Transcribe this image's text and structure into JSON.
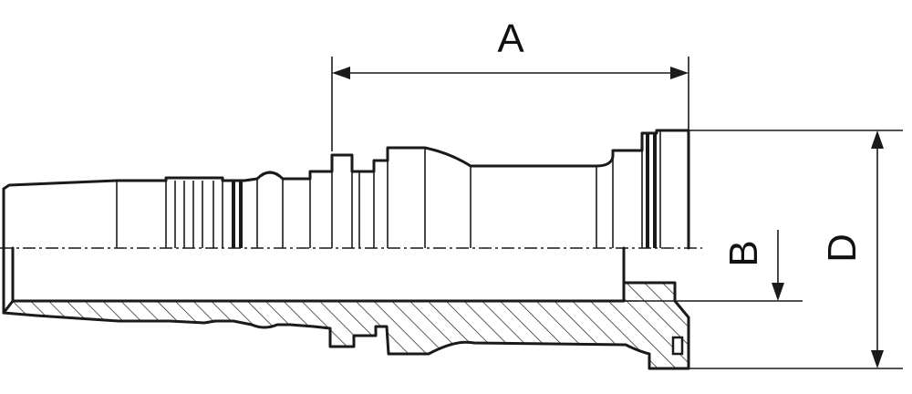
{
  "diagram": {
    "labels": {
      "a": "A",
      "b": "B",
      "d": "D"
    },
    "colors": {
      "stroke": "#1a1a1a",
      "background": "#ffffff"
    }
  }
}
